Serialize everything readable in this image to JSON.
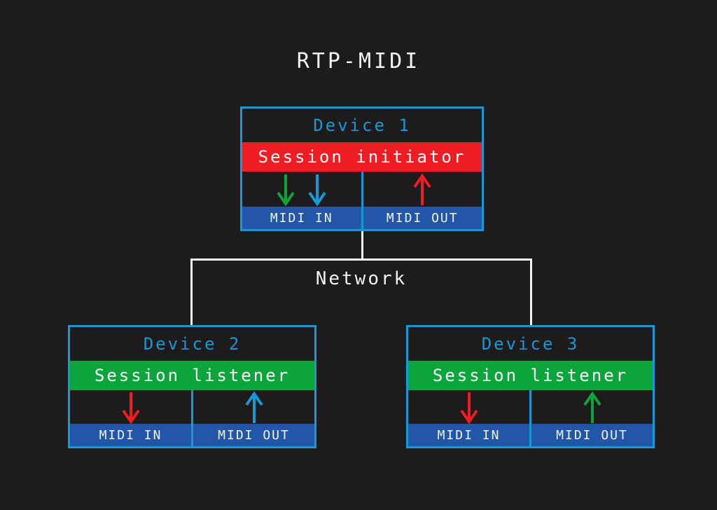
{
  "title": "RTP-MIDI",
  "network": {
    "label": "Network"
  },
  "colors": {
    "background": "#1d1b1b",
    "box_border": "#149ad6",
    "device_name_text": "#149ad6",
    "initiator_bar": "#ee1c23",
    "listener_bar": "#0ca53c",
    "midi_bar": "#2256a8",
    "arrow_red": "#ee1c23",
    "arrow_green": "#0ca53c",
    "arrow_blue": "#149ad6",
    "connector_line": "#f3f1f1",
    "text_light": "#f3f1f1"
  },
  "devices": [
    {
      "name": "Device 1",
      "role": "Session initiator",
      "midi_in": "MIDI IN",
      "midi_out": "MIDI OUT",
      "arrows_in": [
        "green-down",
        "blue-down"
      ],
      "arrows_out": [
        "red-up"
      ]
    },
    {
      "name": "Device 2",
      "role": "Session listener",
      "midi_in": "MIDI IN",
      "midi_out": "MIDI OUT",
      "arrows_in": [
        "red-down"
      ],
      "arrows_out": [
        "blue-up"
      ]
    },
    {
      "name": "Device 3",
      "role": "Session listener",
      "midi_in": "MIDI IN",
      "midi_out": "MIDI OUT",
      "arrows_in": [
        "red-down"
      ],
      "arrows_out": [
        "green-up"
      ]
    }
  ]
}
